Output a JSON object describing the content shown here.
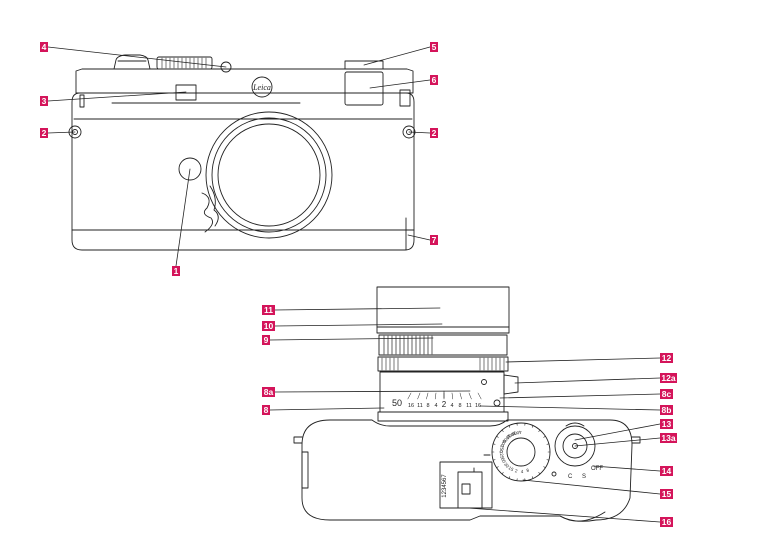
{
  "colors": {
    "callout_bg": "#d4145a",
    "callout_text": "#ffffff",
    "line": "#222222"
  },
  "front_view": {
    "brand_script": "Leica",
    "callouts": [
      "1",
      "2",
      "2",
      "3",
      "4",
      "5",
      "6",
      "7"
    ]
  },
  "top_view": {
    "callouts": [
      "8",
      "8a",
      "8b",
      "8c",
      "9",
      "10",
      "11",
      "12",
      "12a",
      "13",
      "13a",
      "14",
      "15",
      "16"
    ],
    "aperture_scale": {
      "main_value": "50",
      "numbers": [
        "16",
        "11",
        "8",
        "4",
        "2",
        "4",
        "8",
        "11",
        "16"
      ]
    },
    "serial_number": "1234567",
    "shutter_dial_values": [
      "8",
      "4",
      "2",
      "15",
      "30",
      "60",
      "125",
      "250",
      "500",
      "1000",
      "2000",
      "4000"
    ],
    "lever_positions": {
      "s": "S",
      "c": "C",
      "off": "OFF"
    }
  }
}
